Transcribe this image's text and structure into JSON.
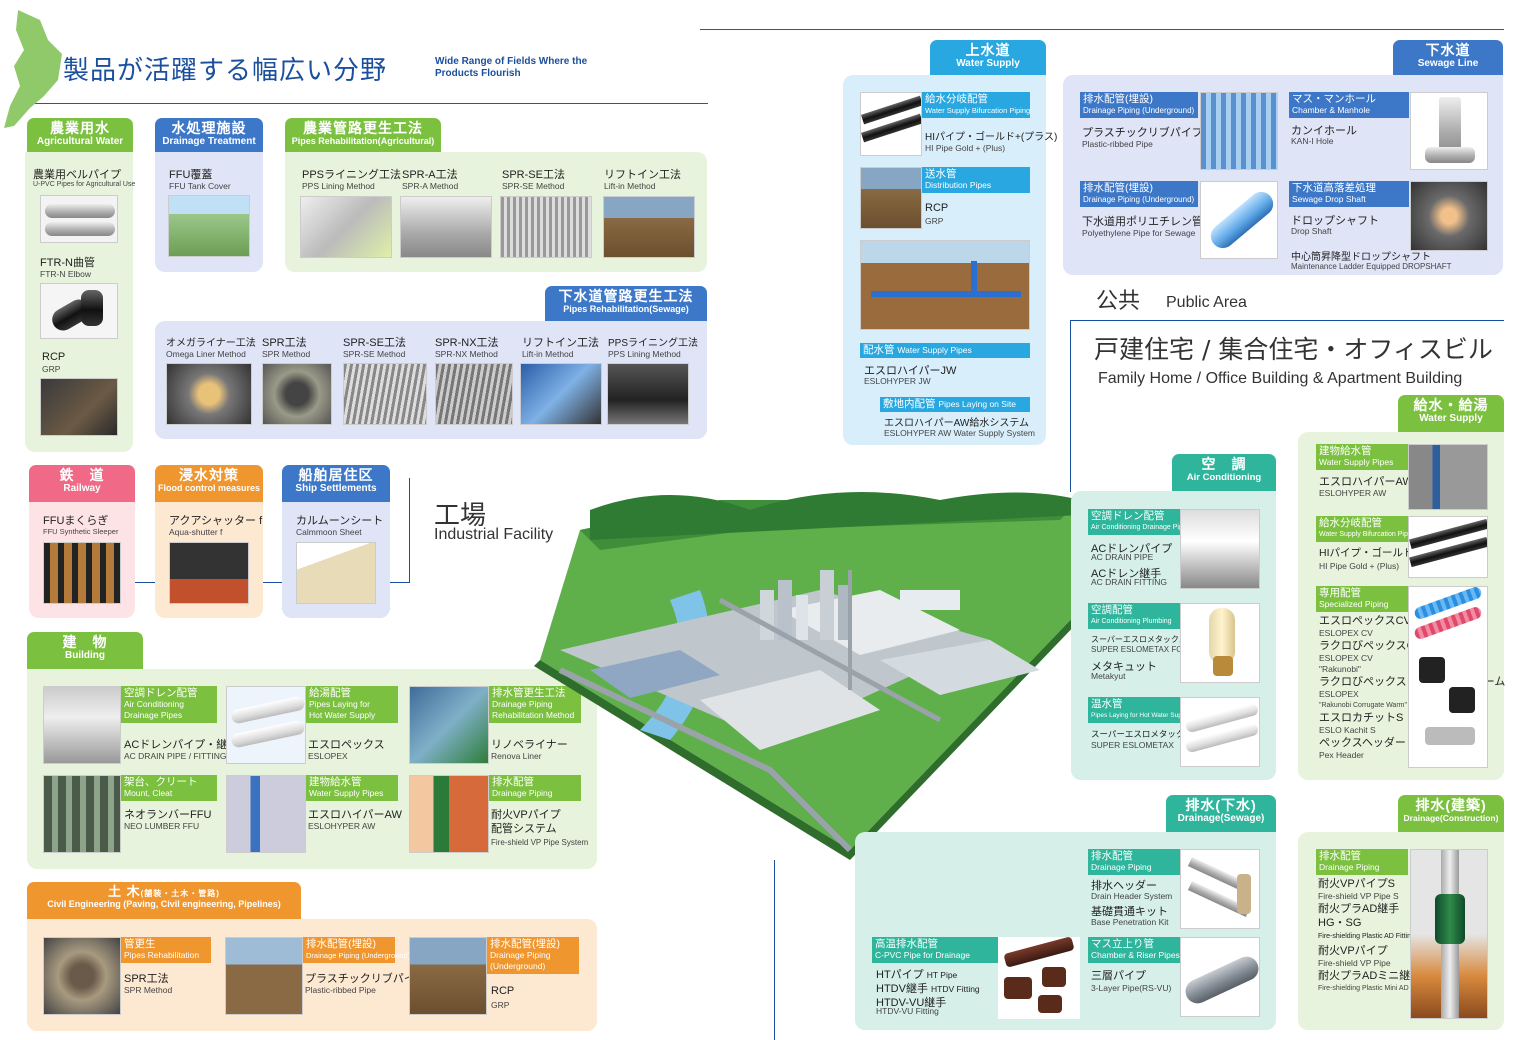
{
  "header": {
    "title_jp": "製品が活躍する幅広い分野",
    "title_en_1": "Wide Range of Fields Where the",
    "title_en_2": "Products Flourish"
  },
  "areas": {
    "public_jp": "公共",
    "public_en": "Public Area",
    "home_jp": "戸建住宅 / 集合住宅・オフィスビル",
    "home_en": "Family Home / Office Building & Apartment Building",
    "factory_jp": "工場",
    "factory_en": "Industrial Facility"
  },
  "agri": {
    "tab_jp": "農業用水",
    "tab_en": "Agricultural Water",
    "i1_jp": "農業用ベルパイプ",
    "i1_en": "U-PVC Pipes for Agricultural Use",
    "i2_jp": "FTR-N曲管",
    "i2_en": "FTR-N Elbow",
    "i3_jp": "RCP",
    "i3_en": "GRP"
  },
  "drain_treat": {
    "tab_jp": "水処理施設",
    "tab_en": "Drainage Treatment",
    "i1_jp": "FFU覆蓋",
    "i1_en": "FFU Tank Cover"
  },
  "agri_rehab": {
    "tab_jp": "農業管路更生工法",
    "tab_en": "Pipes Rehabilitation(Agricultural)",
    "items": [
      {
        "jp": "PPSライニング工法",
        "en": "PPS Lining Method"
      },
      {
        "jp": "SPR-A工法",
        "en": "SPR-A Method"
      },
      {
        "jp": "SPR-SE工法",
        "en": "SPR-SE Method"
      },
      {
        "jp": "リフトイン工法",
        "en": "Lift-in Method"
      }
    ]
  },
  "sewer_rehab": {
    "tab_jp": "下水道管路更生工法",
    "tab_en": "Pipes Rehabilitation(Sewage)",
    "items": [
      {
        "jp": "オメガライナー工法",
        "en": "Omega Liner Method"
      },
      {
        "jp": "SPR工法",
        "en": "SPR Method"
      },
      {
        "jp": "SPR-SE工法",
        "en": "SPR-SE Method"
      },
      {
        "jp": "SPR-NX工法",
        "en": "SPR-NX Method"
      },
      {
        "jp": "リフトイン工法",
        "en": "Lift-in Method"
      },
      {
        "jp": "PPSライニング工法",
        "en": "PPS Lining Method"
      }
    ]
  },
  "railway": {
    "tab_jp": "鉄　道",
    "tab_en": "Railway",
    "i_jp": "FFUまくらぎ",
    "i_en": "FFU Synthetic Sleeper"
  },
  "flood": {
    "tab_jp": "浸水対策",
    "tab_en": "Flood control measures",
    "i_jp": "アクアシャッター f",
    "i_en": "Aqua-shutter f"
  },
  "ship": {
    "tab_jp": "船舶居住区",
    "tab_en": "Ship Settlements",
    "i_jp": "カルムーンシート",
    "i_en": "Calmmoon Sheet"
  },
  "building": {
    "tab_jp": "建　物",
    "tab_en": "Building",
    "items": [
      {
        "tag_jp": "空調ドレン配管",
        "tag_en1": "Air Conditioning",
        "tag_en2": "Drainage Pipes",
        "jp": "ACドレンパイプ・継手",
        "en": "AC DRAIN PIPE / FITTING"
      },
      {
        "tag_jp": "給湯配管",
        "tag_en1": "Pipes Laying for",
        "tag_en2": "Hot Water Supply",
        "jp": "エスロペックス",
        "en": "ESLOPEX"
      },
      {
        "tag_jp": "排水管更生工法",
        "tag_en1": "Drainage Piping",
        "tag_en2": "Rehabilitation Method",
        "jp": "リノベライナー",
        "en": "Renova Liner"
      },
      {
        "tag_jp": "架台、クリート",
        "tag_en1": "Mount, Cleat",
        "tag_en2": "",
        "jp": "ネオランバーFFU",
        "en": "NEO LUMBER FFU"
      },
      {
        "tag_jp": "建物給水管",
        "tag_en1": "Water Supply Pipes",
        "tag_en2": "",
        "jp": "エスロハイパーAW",
        "en": "ESLOHYPER AW"
      },
      {
        "tag_jp": "排水配管",
        "tag_en1": "Drainage Piping",
        "tag_en2": "",
        "jp": "耐火VPパイプ",
        "jp2": "配管システム",
        "en": "Fire-shield VP Pipe System"
      }
    ]
  },
  "civil": {
    "tab_jp": "土 木",
    "tab_jp_small": "(舗装・土木・管路)",
    "tab_en": "Civil Engineering (Paving, Civil engineering, Pipelines)",
    "items": [
      {
        "tag_jp": "管更生",
        "tag_en1": "Pipes Rehabilitation",
        "tag_en2": "",
        "jp": "SPR工法",
        "en": "SPR Method"
      },
      {
        "tag_jp": "排水配管(埋設)",
        "tag_en1": "Drainage Piping (Underground)",
        "tag_en2": "",
        "jp": "プラスチックリブパイプ",
        "en": "Plastic-ribbed Pipe"
      },
      {
        "tag_jp": "排水配管(埋設)",
        "tag_en1": "Drainage Piping",
        "tag_en2": "(Underground)",
        "jp": "RCP",
        "en": "GRP"
      }
    ]
  },
  "water_supply": {
    "tab_jp": "上水道",
    "tab_en": "Water Supply",
    "i1_tag_jp": "給水分岐配管",
    "i1_tag_en": "Water Supply Bifurcation Piping",
    "i1_jp": "HIパイプ・ゴールド+(プラス)",
    "i1_en": "HI Pipe Gold + (Plus)",
    "i2_tag_jp": "送水管",
    "i2_tag_en": "Distribution Pipes",
    "i2_jp": "RCP",
    "i2_en": "GRP",
    "i3_tag_jp": "配水管",
    "i3_tag_en": "Water Supply Pipes",
    "i3_jp": "エスロハイパーJW",
    "i3_en": "ESLOHYPER JW",
    "i4_tag_jp": "敷地内配管",
    "i4_tag_en": "Pipes Laying on Site",
    "i4_jp": "エスロハイパーAW給水システム",
    "i4_en": "ESLOHYPER AW Water Supply System"
  },
  "sewage": {
    "tab_jp": "下水道",
    "tab_en": "Sewage Line",
    "i1_tag_jp": "排水配管(埋設)",
    "i1_tag_en": "Drainage Piping (Underground)",
    "i1_jp": "プラスチックリブパイプ",
    "i1_en": "Plastic-ribbed Pipe",
    "i2_tag_jp": "マス・マンホール",
    "i2_tag_en": "Chamber & Manhole",
    "i2_jp": "カンイホール",
    "i2_en": "KAN-I Hole",
    "i3_tag_jp": "排水配管(埋設)",
    "i3_tag_en": "Drainage Piping (Underground)",
    "i3_jp": "下水道用ポリエチレン管",
    "i3_en": "Polyethylene Pipe for Sewage",
    "i4_tag_jp": "下水道高落差処理",
    "i4_tag_en": "Sewage Drop Shaft",
    "i4_jp": "ドロップシャフト",
    "i4_en": "Drop Shaft",
    "i5_jp": "中心筒昇降型ドロップシャフト",
    "i5_en": "Maintenance Ladder Equipped DROPSHAFT"
  },
  "aircon": {
    "tab_jp": "空　調",
    "tab_en": "Air Conditioning",
    "i1_tag_jp": "空調ドレン配管",
    "i1_tag_en": "Air Conditioning Drainage Pipes",
    "i1_jp1": "ACドレンパイプ",
    "i1_en1": "AC DRAIN PIPE",
    "i1_jp2": "ACドレン継手",
    "i1_en2": "AC DRAIN FITTING",
    "i2_tag_jp": "空調配管",
    "i2_tag_en": "Air Conditioning Plumbing",
    "i2_jp1": "スーパーエスロメタックスFC",
    "i2_en1": "SUPER ESLOMETAX FC",
    "i2_jp2": "メタキュット",
    "i2_en2": "Metakyut",
    "i3_tag_jp": "温水管",
    "i3_tag_en": "Pipes Laying for Hot Water Supply",
    "i3_jp": "スーパーエスロメタックス",
    "i3_en": "SUPER ESLOMETAX"
  },
  "supply": {
    "tab_jp": "給水・給湯",
    "tab_en": "Water Supply",
    "i1_tag_jp": "建物給水管",
    "i1_tag_en": "Water Supply Pipes",
    "i1_jp": "エスロハイパーAW",
    "i1_en": "ESLOHYPER AW",
    "i2_tag_jp": "給水分岐配管",
    "i2_tag_en": "Water Supply Bifurcation Piping",
    "i2_jp": "HIパイプ・ゴールド+",
    "i2_en": "HI Pipe Gold + (Plus)",
    "i3_tag_jp": "専用配管",
    "i3_tag_en": "Specialized Piping",
    "i3_lines": [
      "エスロペックスCV",
      "ESLOPEX CV",
      "ラクロびペックスCV",
      "ESLOPEX CV",
      "\"Rakunobi\"",
      "ラクロびペックスコルゲートウォーム",
      "ESLOPEX",
      "\"Rakunobi Corrugate Warm\"",
      "エスロカチットS",
      "ESLO Kachit S",
      "ペックスヘッダー",
      "Pex Header"
    ]
  },
  "drain_sewage": {
    "tab_jp": "排水(下水)",
    "tab_en": "Drainage(Sewage)",
    "i1_tag_jp": "排水配管",
    "i1_tag_en": "Drainage Piping",
    "i1_jp1": "排水ヘッダー",
    "i1_en1": "Drain Header System",
    "i1_jp2": "基礎貫通キット",
    "i1_en2": "Base Penetration Kit",
    "i2_tag_jp": "高温排水配管",
    "i2_tag_en": "C-PVC Pipe for Drainage",
    "i2_jp1": "HTパイプ",
    "i2_en1": "HT Pipe",
    "i2_jp2": "HTDV継手",
    "i2_en2": "HTDV Fitting",
    "i2_jp3": "HTDV-VU継手",
    "i2_en3": "HTDV-VU Fitting",
    "i3_tag_jp": "マス立上り管",
    "i3_tag_en": "Chamber & Riser Pipes",
    "i3_jp": "三層パイプ",
    "i3_en": "3-Layer Pipe(RS-VU)"
  },
  "drain_const": {
    "tab_jp": "排水(建築)",
    "tab_en": "Drainage(Construction)",
    "i_tag_jp": "排水配管",
    "i_tag_en": "Drainage Piping",
    "lines": [
      "耐火VPパイプS",
      "Fire-shield VP Pipe S",
      "耐火プラAD継手",
      "HG・SG",
      "Fire-shielding Plastic AD Fitting HG・SG",
      "耐火VPパイプ",
      "Fire-shield VP Pipe",
      "耐火プラADミニ継手",
      "Fire-shielding Plastic Mini AD Fitting"
    ]
  },
  "colors": {
    "green": "#7cc040",
    "blue_dark": "#3d77c8",
    "orange": "#f0962f",
    "pink": "#f06a87",
    "sky": "#28a7e0",
    "teal": "#2eb59c",
    "lavender_bg": "#dfe4f6",
    "mint_bg": "#e7f3dc",
    "sky_bg": "#d9eefb",
    "teal_bg": "#d6efe9"
  }
}
